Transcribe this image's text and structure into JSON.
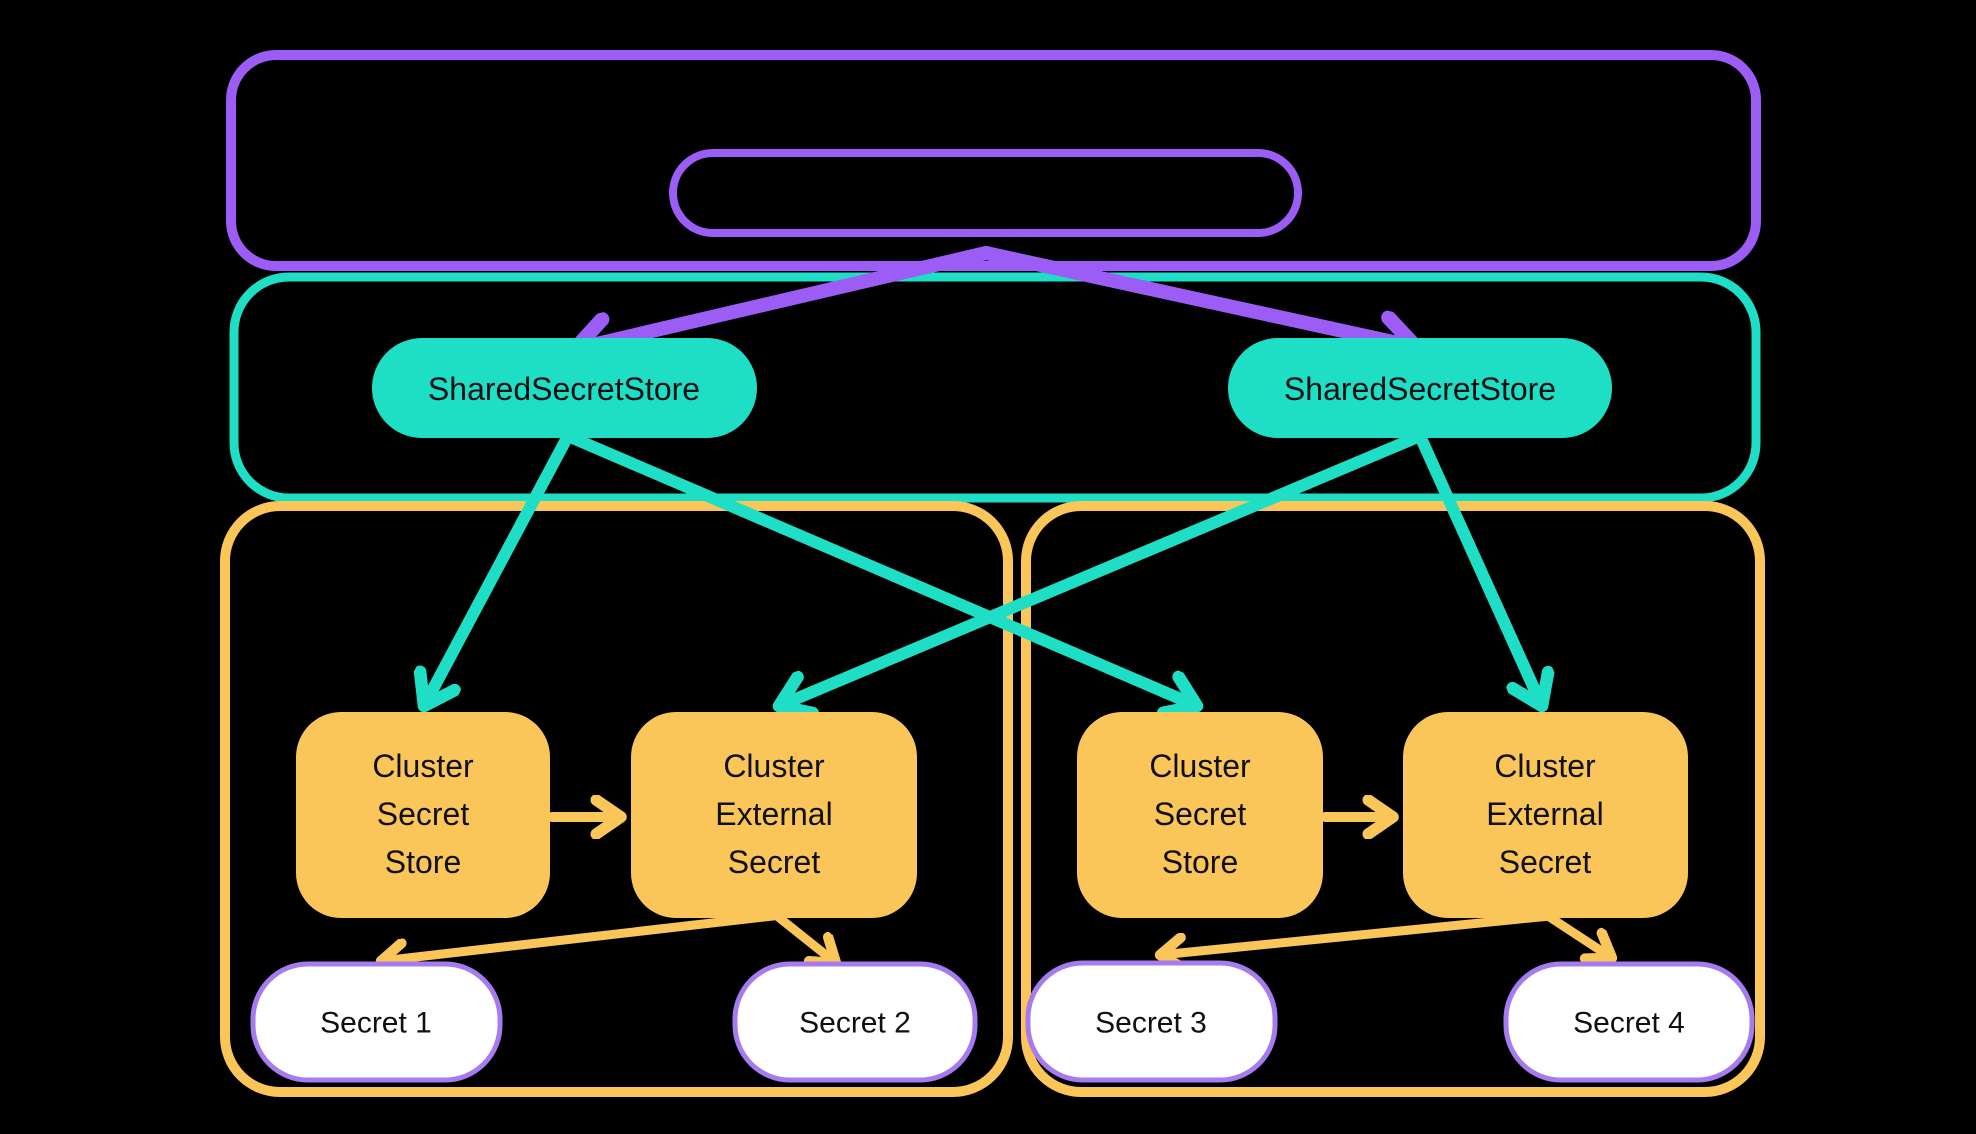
{
  "diagram": {
    "description": "SharedSecretStore fan-out diagram: a top controller box points to two SharedSecretStore pills, which point to ClusterSecretStore / ClusterExternalSecret pairs inside two cluster containers, which produce Secrets 1-4",
    "colors": {
      "background": "#000000",
      "purple": "#9C5CF6",
      "teal": "#1EDFC5",
      "yellow": "#FBC659",
      "secret_border": "#A57BEF",
      "secret_fill": "#FFFFFF",
      "text": "#101014"
    },
    "nodes": {
      "shared_store_left": {
        "label": "SharedSecretStore"
      },
      "shared_store_right": {
        "label": "SharedSecretStore"
      },
      "cluster_secret_store_left": {
        "lines": [
          "Cluster",
          "Secret",
          "Store"
        ]
      },
      "cluster_external_secret_left": {
        "lines": [
          "Cluster",
          "External",
          "Secret"
        ]
      },
      "cluster_secret_store_right": {
        "lines": [
          "Cluster",
          "Secret",
          "Store"
        ]
      },
      "cluster_external_secret_right": {
        "lines": [
          "Cluster",
          "External",
          "Secret"
        ]
      },
      "secret1": {
        "label": "Secret 1"
      },
      "secret2": {
        "label": "Secret 2"
      },
      "secret3": {
        "label": "Secret 3"
      },
      "secret4": {
        "label": "Secret 4"
      }
    }
  }
}
